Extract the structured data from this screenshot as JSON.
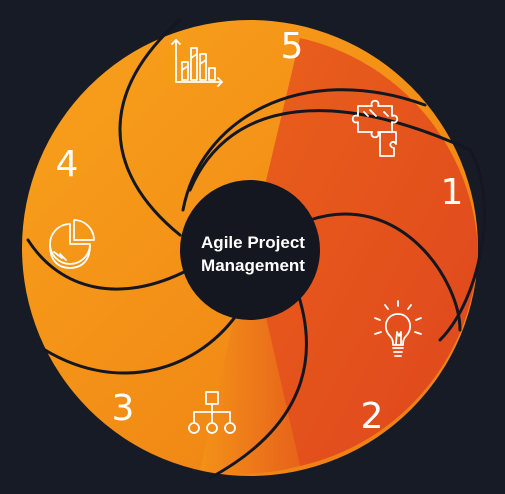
{
  "center": {
    "line1": "Agile Project",
    "line2": "Management"
  },
  "steps": [
    {
      "number": "1",
      "icon": "puzzle-icon"
    },
    {
      "number": "2",
      "icon": "lightbulb-icon"
    },
    {
      "number": "3",
      "icon": "hierarchy-icon"
    },
    {
      "number": "4",
      "icon": "pie-chart-icon"
    },
    {
      "number": "5",
      "icon": "bar-chart-icon"
    }
  ],
  "colors": {
    "background": "#171b25",
    "orange_light": "#f59a18",
    "orange": "#ef7c14",
    "red_orange": "#e24c1c",
    "outline": "#14171f",
    "text": "#ffffff"
  }
}
